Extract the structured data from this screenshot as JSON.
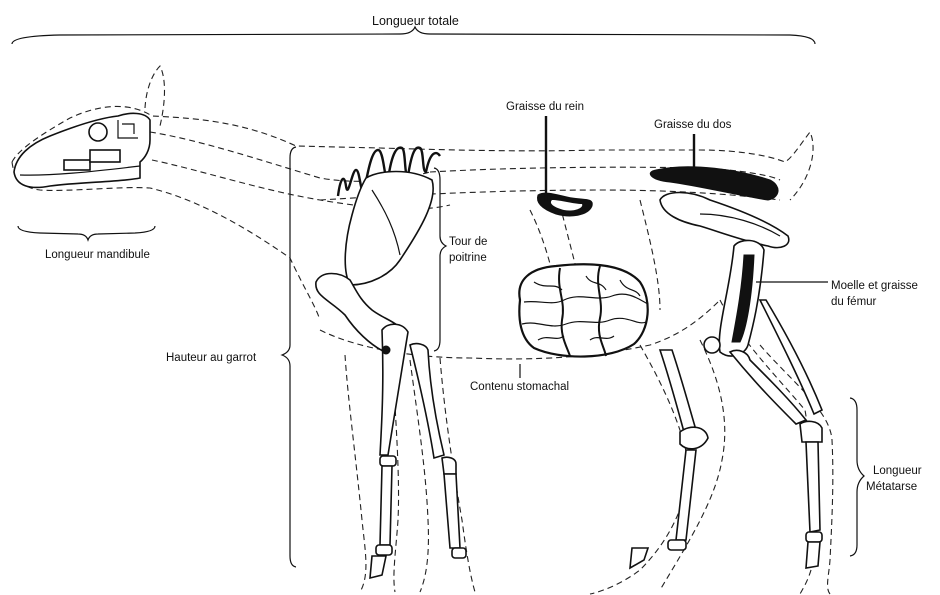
{
  "labels": {
    "total_length": "Longueur totale",
    "kidney_fat": "Graisse du rein",
    "back_fat": "Graisse du dos",
    "mandible_length": "Longueur mandibule",
    "chest_girth_1": "Tour de",
    "chest_girth_2": "poitrine",
    "marrow_1": "Moelle et graisse",
    "marrow_2": "du fémur",
    "withers_height": "Hauteur au garrot",
    "stomach_contents": "Contenu stomachal",
    "metatarsal_1": "Longueur",
    "metatarsal_2": "Métatarse"
  }
}
